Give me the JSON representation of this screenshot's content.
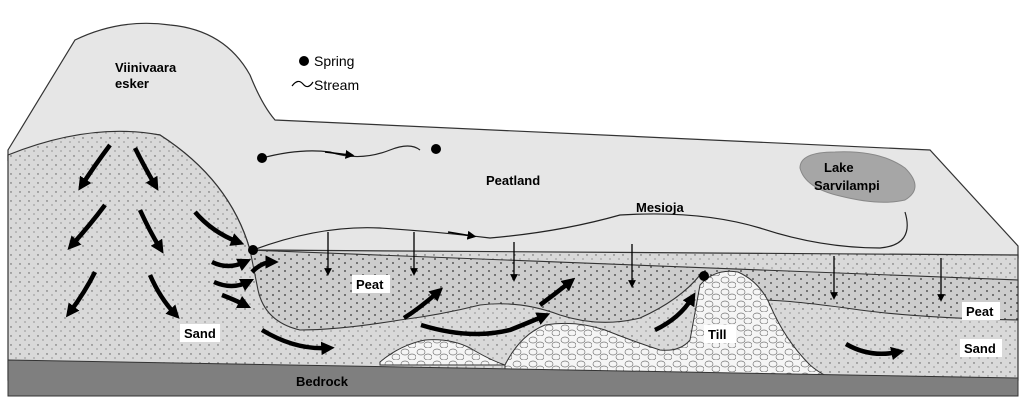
{
  "labels": {
    "esker_line1": "Viinivaara",
    "esker_line2": "esker",
    "peatland": "Peatland",
    "mesioja": "Mesioja",
    "lake_line1": "Lake",
    "lake_line2": "Sarvilampi",
    "peat_left": "Peat",
    "peat_right": "Peat",
    "sand_left": "Sand",
    "sand_right": "Sand",
    "till": "Till",
    "bedrock": "Bedrock"
  },
  "legend": {
    "spring": "Spring",
    "stream": "Stream"
  },
  "colors": {
    "surface": "#e6e6e6",
    "sand": "#d9d9d9",
    "peat": "#cfcfcf",
    "bedrock": "#7f7f7f",
    "lake": "#a6a6a6",
    "till": "#f2f2f2"
  }
}
